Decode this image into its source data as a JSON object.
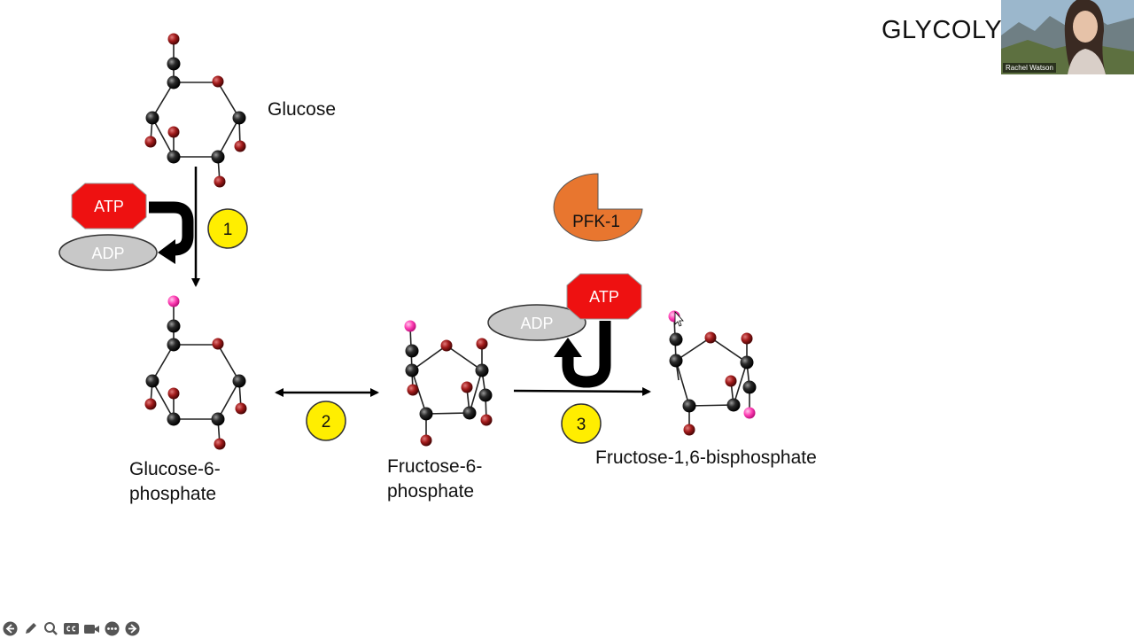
{
  "slide": {
    "title": "GLYCOLYS",
    "labels": {
      "glucose": "Glucose",
      "g6p_line1": "Glucose-6-",
      "g6p_line2": "phosphate",
      "f6p_line1": "Fructose-6-",
      "f6p_line2": "phosphate",
      "f16bp": "Fructose-1,6-bisphosphate"
    },
    "step1": {
      "number": "1",
      "atp": "ATP",
      "adp": "ADP"
    },
    "step2": {
      "number": "2"
    },
    "step3": {
      "number": "3",
      "atp": "ATP",
      "adp": "ADP",
      "enzyme": "PFK-1"
    }
  },
  "webcam": {
    "name": "Rachel Watson"
  },
  "toolbar": {
    "icons": [
      "previous-icon",
      "pen-icon",
      "zoom-icon",
      "captions-icon",
      "camera-icon",
      "more-icon",
      "next-icon"
    ]
  },
  "colors": {
    "atp_red": "#ee1111",
    "adp_gray": "#c8c8c8",
    "step_yellow": "#ffee00",
    "enzyme_orange": "#e8762f",
    "oxygen_red": "#a31c1c",
    "carbon_black": "#1a1a1a",
    "phosphate_pink": "#ff3fb4"
  }
}
